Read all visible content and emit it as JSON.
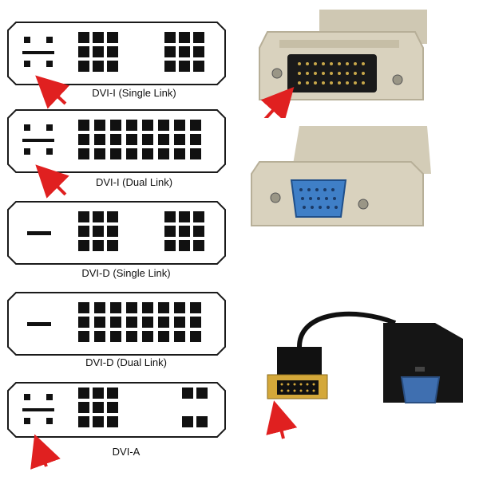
{
  "connectors": [
    {
      "label": "DVI-I (Single Link)"
    },
    {
      "label": "DVI-I (Dual Link)"
    },
    {
      "label": "DVI-D (Single Link)"
    },
    {
      "label": "DVI-D (Dual Link)"
    },
    {
      "label": "DVI-A"
    }
  ],
  "colors": {
    "outline": "#1a1a1a",
    "arrow": "#e02020",
    "adapter_beige": "#d9d2be",
    "vga_blue": "#3f7fc7",
    "cable_black": "#111111",
    "gold": "#d4a83a"
  }
}
